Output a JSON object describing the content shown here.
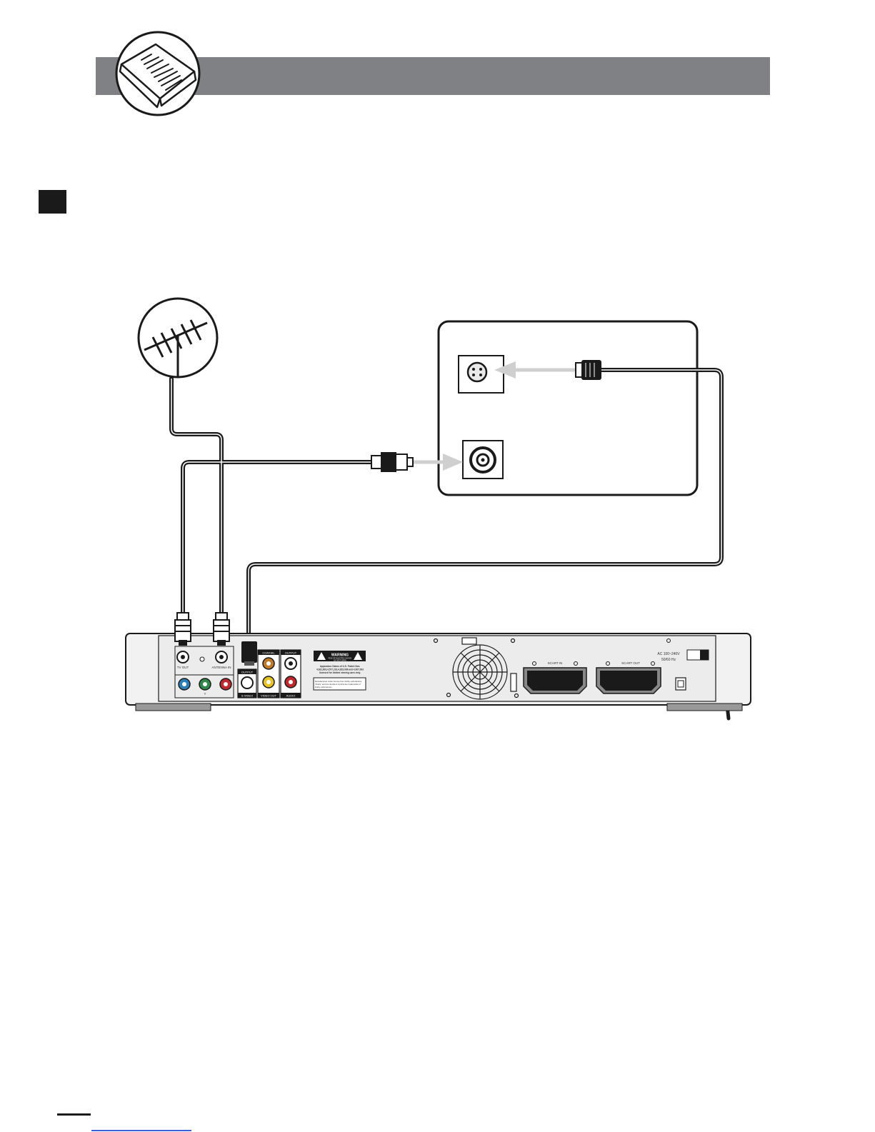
{
  "dvd_panel": {
    "warning_title": "WARNING",
    "warning_sub1": "RISK OF ELECTRIC SHOCK",
    "warning_sub2": "DO NOT OPEN",
    "patent_line1": "Apparatus Claims of U.S. Patent Nos.",
    "patent_line2": "4,631,603,4,577,216,4,819,098 and 4,907,093",
    "patent_line3": "licensed for limited viewing uses only.",
    "notice_line1": "Manufactured under license from Dolby Laboratories.",
    "notice_line2": "\"Dolby\" and the double-D symbol are trademarks of",
    "notice_line3": "Dolby Laboratories.",
    "tv_out": "TV OUT",
    "antenna_in": "ANTENNA IN",
    "coaxial": "COAXIAL",
    "output_top": "OUTPUT",
    "output_left": "OUTPUT",
    "s_video": "S-VIDEO",
    "video_out": "VIDEO OUT",
    "audio": "AUDIO",
    "component_y": "Y",
    "scart_in": "SCART IN",
    "scart_out": "SCART OUT",
    "ac_line1": "AC 100~240V",
    "ac_line2": "50/60 Hz"
  },
  "icons": {
    "header_badge": "open-book-icon",
    "antenna": "antenna-icon",
    "fan": "fan-vent-icon"
  },
  "colors": {
    "header_bar": "#808184",
    "cable": "#1a1a1a",
    "arrow": "#cfcfcf",
    "component_blue": "#2a7fb8",
    "component_green": "#2f8a4a",
    "component_red": "#c0282d",
    "yellow_jack": "#e6c421"
  }
}
